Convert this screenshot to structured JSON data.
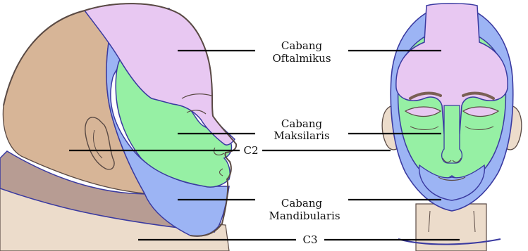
{
  "labels": {
    "ophthalmic_line1": "Cabang",
    "ophthalmic_line2": "Oftalmikus",
    "maxillary_line1": "Cabang",
    "maxillary_line2": "Maksilaris",
    "mandibular_line1": "Cabang",
    "mandibular_line2": "Mandibularis",
    "c2": "C2",
    "c3": "C3"
  },
  "colors": {
    "ophthalmic": "#e8c8f2",
    "maxillary": "#96f0a4",
    "mandibular": "#9cb4f4",
    "c2": "#d7b597",
    "c3": "#b79c93",
    "skin": "#ecdccb",
    "outline": "#3a3aa0"
  }
}
